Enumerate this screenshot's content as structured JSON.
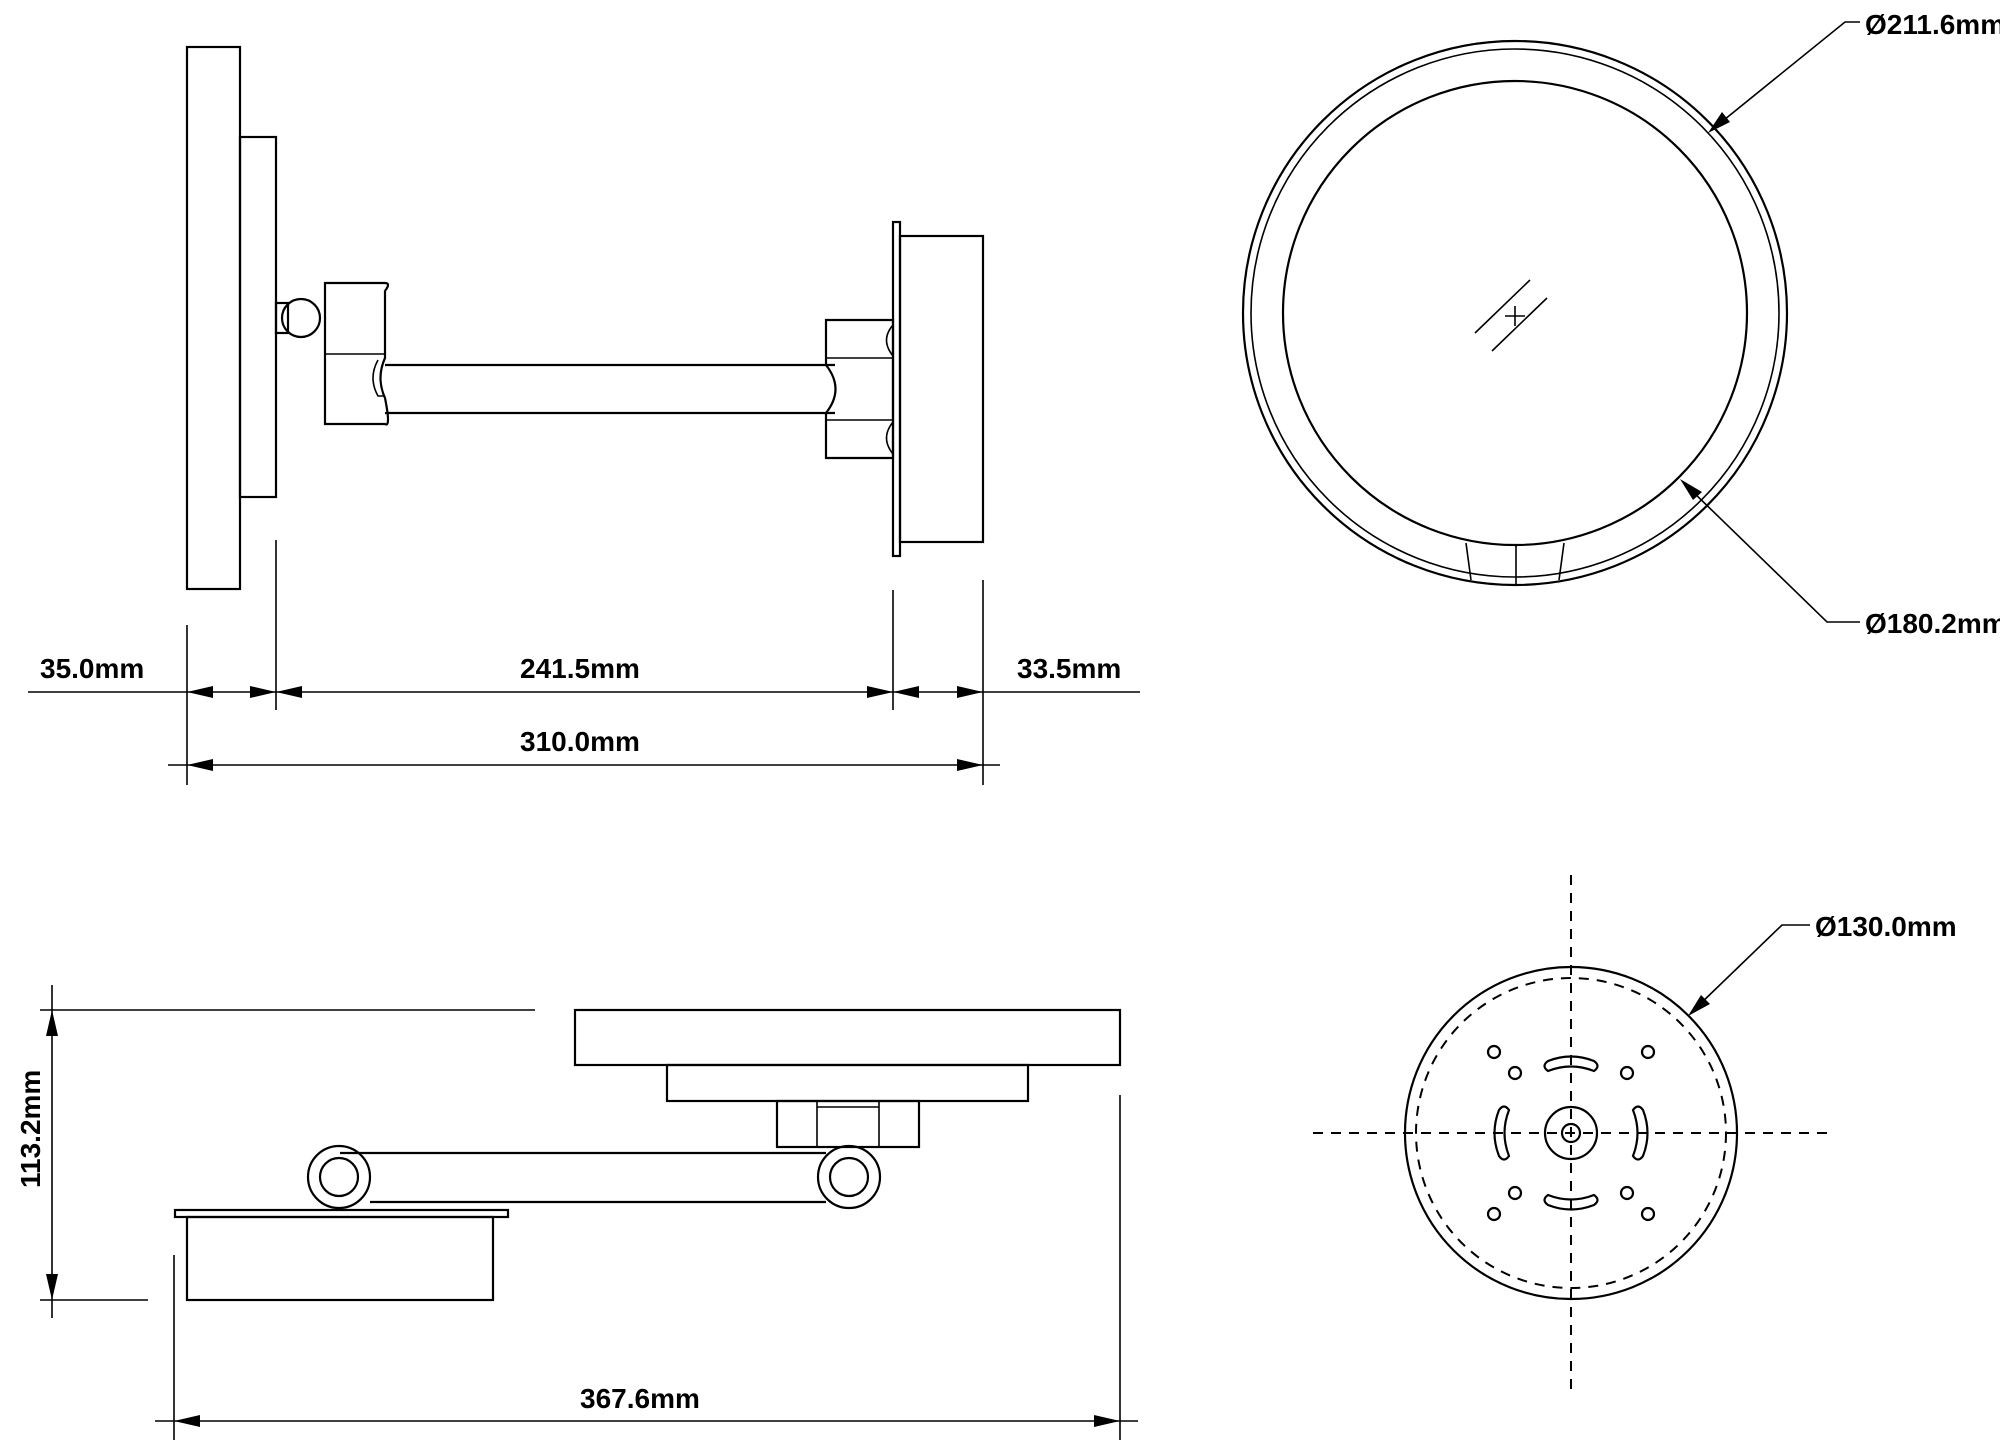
{
  "dimensions": {
    "side_view": {
      "mirror_depth": "35.0mm",
      "arm_length": "241.5mm",
      "wall_plate_depth": "33.5mm",
      "total_projection": "310.0mm"
    },
    "front_view": {
      "outer_diameter": "Ø211.6mm",
      "inner_diameter": "Ø180.2mm"
    },
    "top_view": {
      "height": "113.2mm",
      "total_extension": "367.6mm"
    },
    "wall_plate_view": {
      "plate_diameter": "Ø130.0mm"
    }
  }
}
